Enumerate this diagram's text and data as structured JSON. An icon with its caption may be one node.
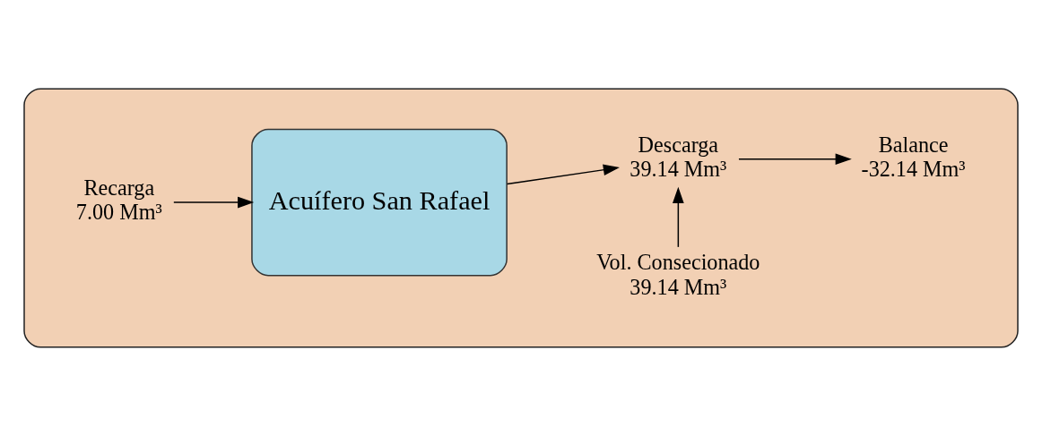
{
  "diagram": {
    "nodes": [
      {
        "text": [],
        "shape": "box"
      },
      {
        "text": [
          "Recarga",
          "7.00 Mm³"
        ],
        "in": 0
      },
      {
        "text": [
          "Acuífero San Rafael"
        ],
        "in": 0
      },
      {
        "text": [
          "Descarga",
          "39.14 Mm³"
        ],
        "in": 0
      },
      {
        "text": [
          "Balance",
          "-32.14 Mm³"
        ],
        "in": 0
      },
      {
        "text": [
          "Vol. Consecionado",
          "39.14 Mm³"
        ],
        "in": 0
      }
    ],
    "edges": [
      {
        "from": 1,
        "to": 2,
        "arrow": "to"
      },
      {
        "from": 2,
        "to": 3,
        "arrow": "to"
      },
      {
        "from": 3,
        "to": 4,
        "arrow": "to"
      },
      {
        "from": 5,
        "to": 3,
        "arrow": "to"
      }
    ]
  }
}
